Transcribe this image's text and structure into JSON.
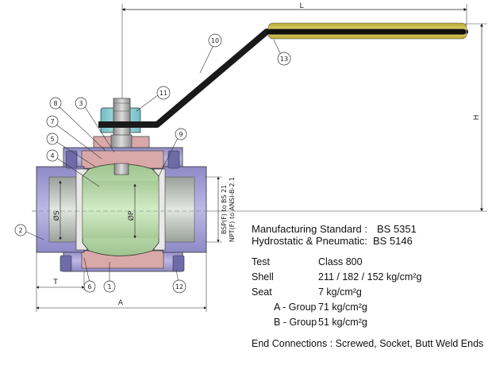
{
  "dimensions": {
    "L": "L",
    "H": "H",
    "A": "A",
    "T": "T",
    "S": "ØS",
    "P": "ØP",
    "end_bsp": "BSP(F) to BS 21",
    "end_npt": "NPT(F) to ANSI-B-2.1"
  },
  "callouts": [
    "1",
    "2",
    "3",
    "4",
    "5",
    "6",
    "7",
    "8",
    "9",
    "10",
    "11",
    "12",
    "13"
  ],
  "specs": {
    "manufacturing_label": "Manufacturing Standard :",
    "manufacturing_value": "BS 5351",
    "hydrostatic_label": "Hydrostatic & Pneumatic:",
    "hydrostatic_value": "BS 5146",
    "test_label": "Test",
    "test_value": "Class 800",
    "shell_label": "Shell",
    "shell_value": "211 / 182 / 152 kg/cm²g",
    "seat_label": "Seat",
    "seat_value": "7 kg/cm²g",
    "group_a_label": "A - Group",
    "group_a_value": "71 kg/cm²g",
    "group_b_label": "B - Group",
    "group_b_value": "51 kg/cm²g",
    "end_connections": "End Connections : Screwed, Socket, Butt Weld Ends"
  },
  "colors": {
    "body": "#a9a4d6",
    "body_dark": "#7e78b8",
    "adaptor": "#d9a8a8",
    "ball": "#b5d6a5",
    "stem": "#b7b7b7",
    "gland": "#8dd0d6",
    "handle": "#1a1a1a",
    "sleeve": "#d4c24f"
  }
}
